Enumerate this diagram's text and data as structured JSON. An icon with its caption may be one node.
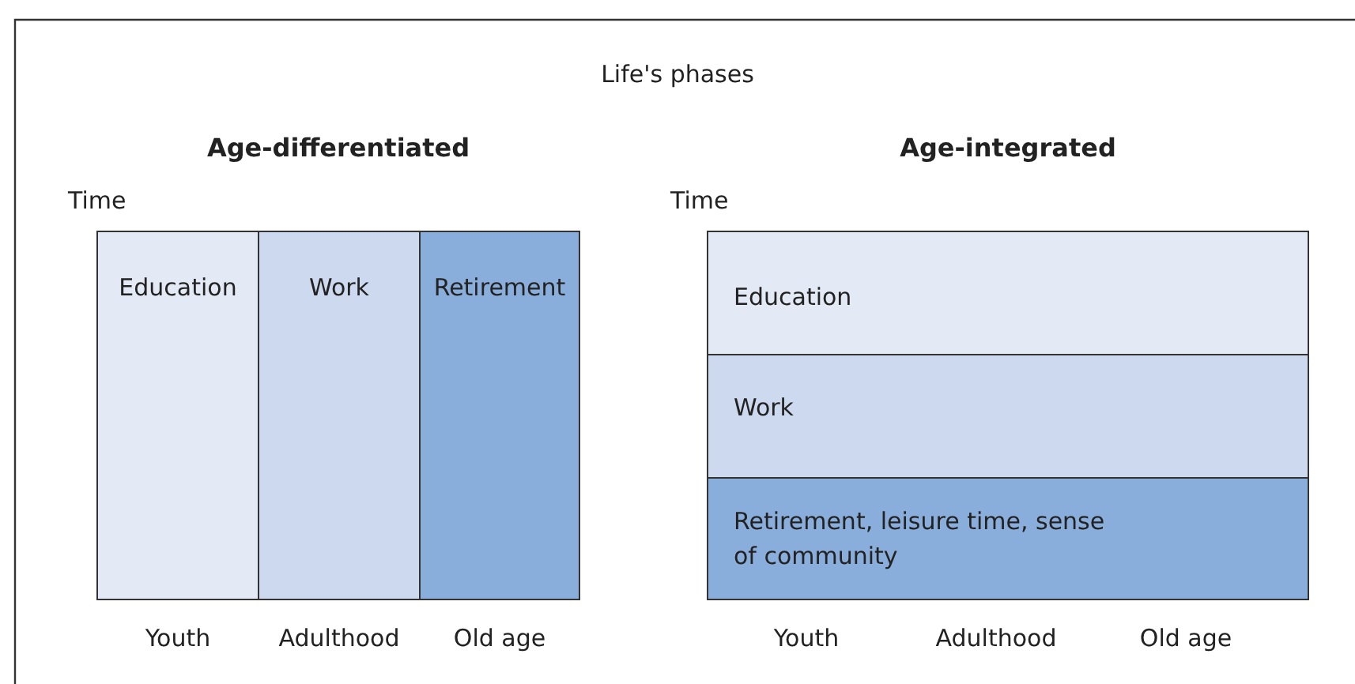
{
  "diagram": {
    "title": "Life's phases",
    "nodes": [
      {
        "text": [
          "Education"
        ]
      },
      {
        "text": [
          "Work"
        ]
      },
      {
        "text": [
          "Retirement"
        ]
      },
      {
        "text": [
          "Education"
        ]
      },
      {
        "text": [
          "Work"
        ]
      },
      {
        "text": [
          "Retirement, leisure time, sense of community"
        ]
      }
    ],
    "labels": [
      "Age-differentiated",
      "Age-integrated",
      "Time",
      "Time",
      "Youth",
      "Adulthood",
      "Old age",
      "Youth",
      "Adulthood",
      "Old age"
    ]
  }
}
